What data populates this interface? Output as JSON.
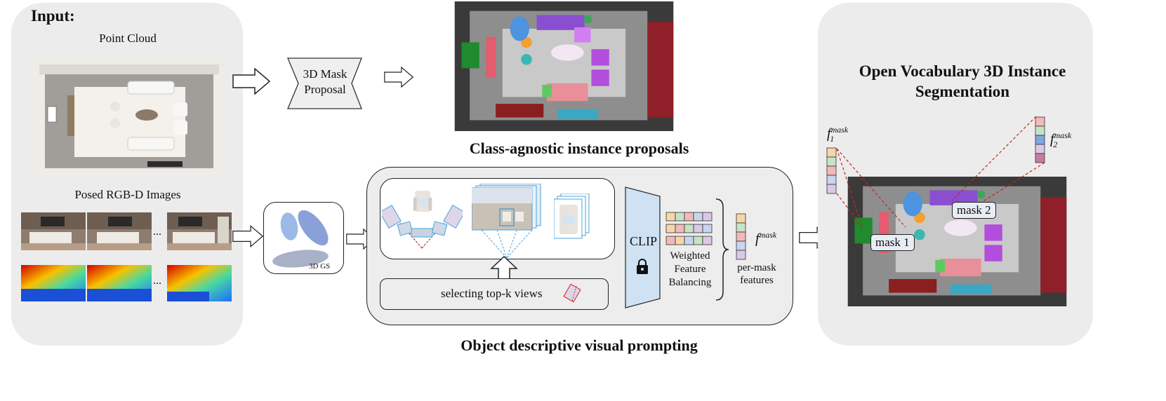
{
  "input_panel": {
    "title": "Input:",
    "point_cloud_label": "Point Cloud",
    "posed_images_label": "Posed RGB-D Images",
    "ellipsis": "..."
  },
  "mask_proposal": {
    "label_line1": "3D Mask",
    "label_line2": "Proposal"
  },
  "proposals": {
    "caption": "Class-agnostic instance proposals"
  },
  "gaussian": {
    "label": "3D GS"
  },
  "prompting": {
    "caption": "Object descriptive visual prompting",
    "topk_label": "selecting top-k views",
    "clip_label": "CLIP",
    "balancing_line1": "Weighted",
    "balancing_line2": "Feature",
    "balancing_line3": "Balancing",
    "fmask_label": "f^mask",
    "per_mask_line1": "per-mask",
    "per_mask_line2": "features"
  },
  "output_panel": {
    "title_line1": "Open Vocabulary 3D Instance",
    "title_line2": "Segmentation",
    "f1_label": "f1^mask",
    "f2_label": "f2^mask",
    "mask1_label": "mask 1",
    "mask2_label": "mask 2"
  },
  "colors": {
    "panel_bg": "#ececec",
    "clip_fill": "#cfe2f3",
    "dashed_red": "#cc2222",
    "view_blue": "#4aa3d9"
  }
}
